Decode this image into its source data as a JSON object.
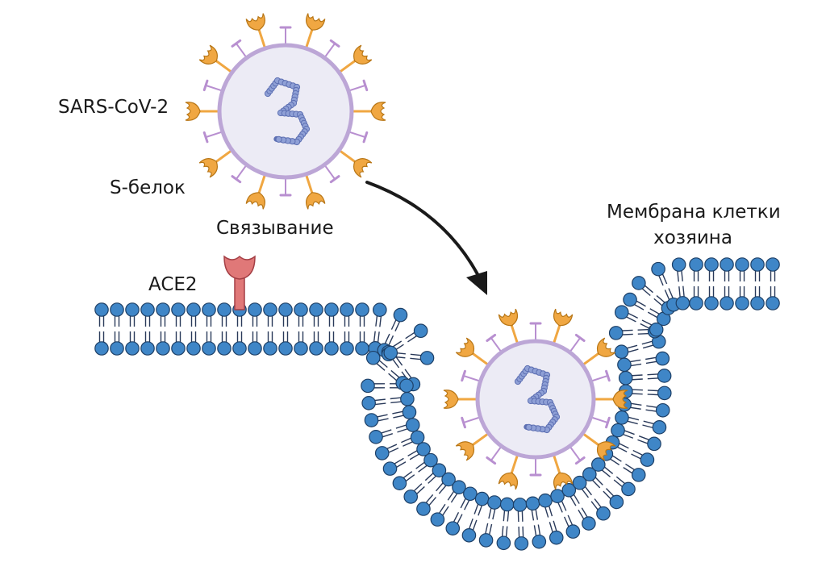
{
  "labels": {
    "virus": "SARS-CoV-2",
    "spike_protein": "S-белок",
    "binding": "Связывание",
    "receptor": "ACE2",
    "host_membrane_line1": "Мембрана клетки",
    "host_membrane_line2": "хозяина"
  },
  "colors": {
    "lipid_head": "#3f86c7",
    "lipid_head_stroke": "#1d3f66",
    "lipid_tail": "#2a3a5a",
    "virus_fill": "#ecebf5",
    "virus_stroke": "#bca6d6",
    "spike": "#f0a742",
    "spike_stroke": "#b87616",
    "m_protein": "#b88fd0",
    "rna": "#5d6fb2",
    "receptor": "#e07878",
    "receptor_stroke": "#a43f45",
    "arrow": "#1a1a1a"
  }
}
